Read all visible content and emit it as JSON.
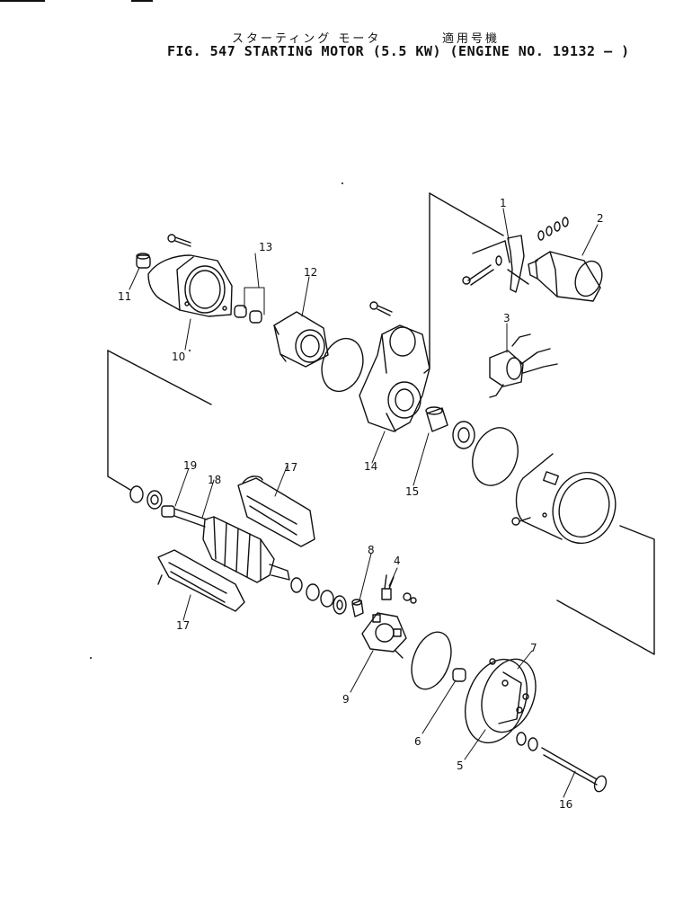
{
  "header": {
    "jp_title": "スターティング モータ",
    "jp_applicability": "適用号機",
    "fig_title": "FIG. 547  STARTING  MOTOR  (5.5 KW) (ENGINE  NO.  19132 — )"
  },
  "callouts": {
    "c1": "1",
    "c2": "2",
    "c3": "3",
    "c4": "4",
    "c5": "5",
    "c6": "6",
    "c7": "7",
    "c8": "8",
    "c9": "9",
    "c10": "10",
    "c11": "11",
    "c12": "12",
    "c13": "13",
    "c14": "14",
    "c15": "15",
    "c16": "16",
    "c17a": "17",
    "c17b": "17",
    "c18": "18",
    "c19": "19"
  },
  "colors": {
    "ink": "#111111",
    "paper": "#ffffff"
  }
}
